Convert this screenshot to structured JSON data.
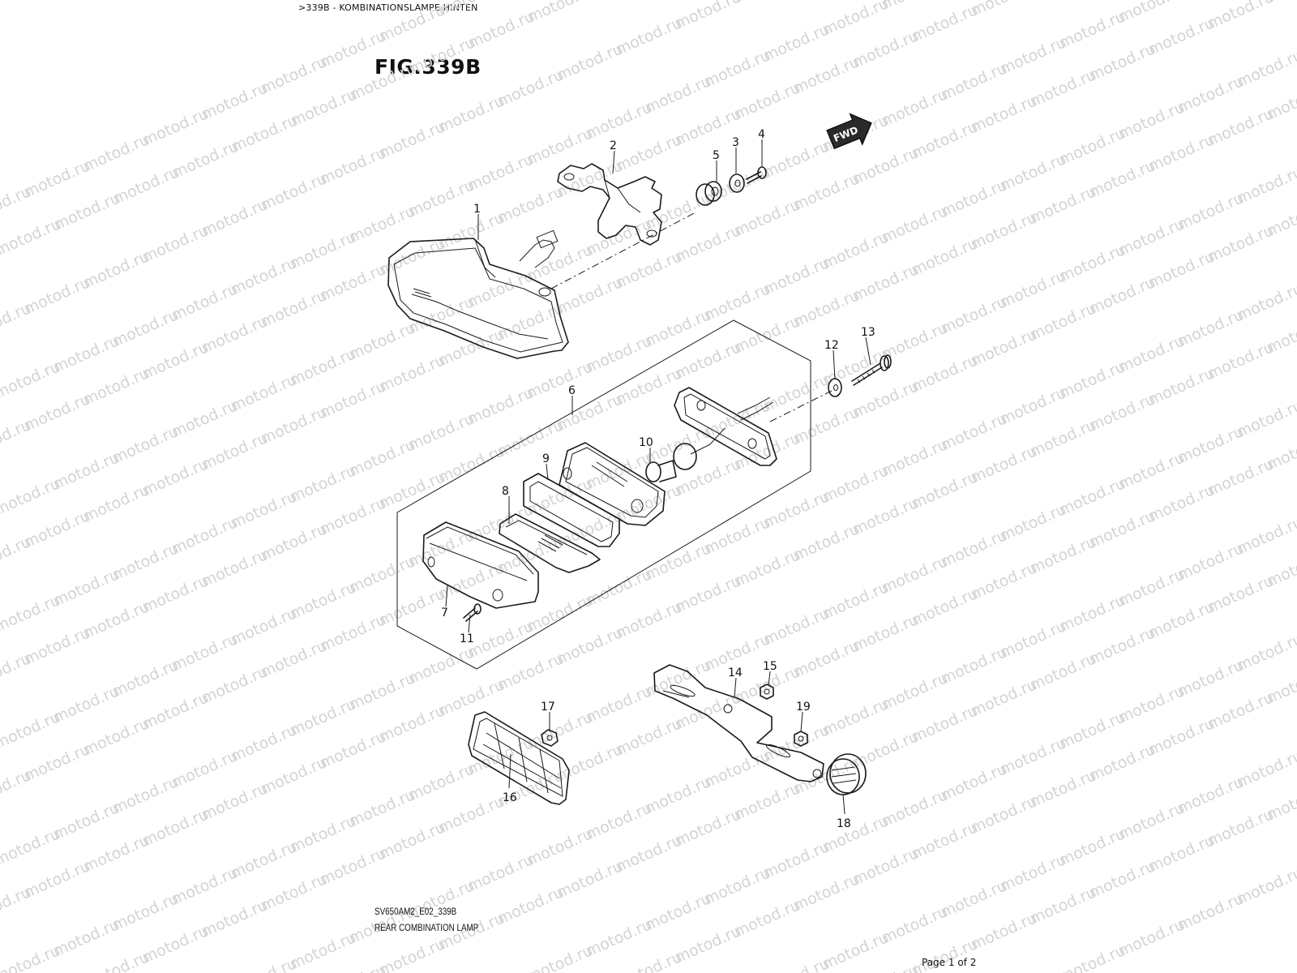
{
  "breadcrumb": ">339B - KOMBINATIONSLAMPE HINTEN",
  "figure_title": "FIG.339B",
  "fwd_label": "FWD",
  "watermark": "motod.ru",
  "callouts": [
    "1",
    "2",
    "3",
    "4",
    "5",
    "6",
    "7",
    "8",
    "9",
    "10",
    "11",
    "12",
    "13",
    "14",
    "15",
    "16",
    "17",
    "18",
    "19"
  ],
  "footer": {
    "code": "SV650AM2_E02_339B",
    "name": "REAR COMBINATION LAMP",
    "page": "Page 1 of 2"
  }
}
